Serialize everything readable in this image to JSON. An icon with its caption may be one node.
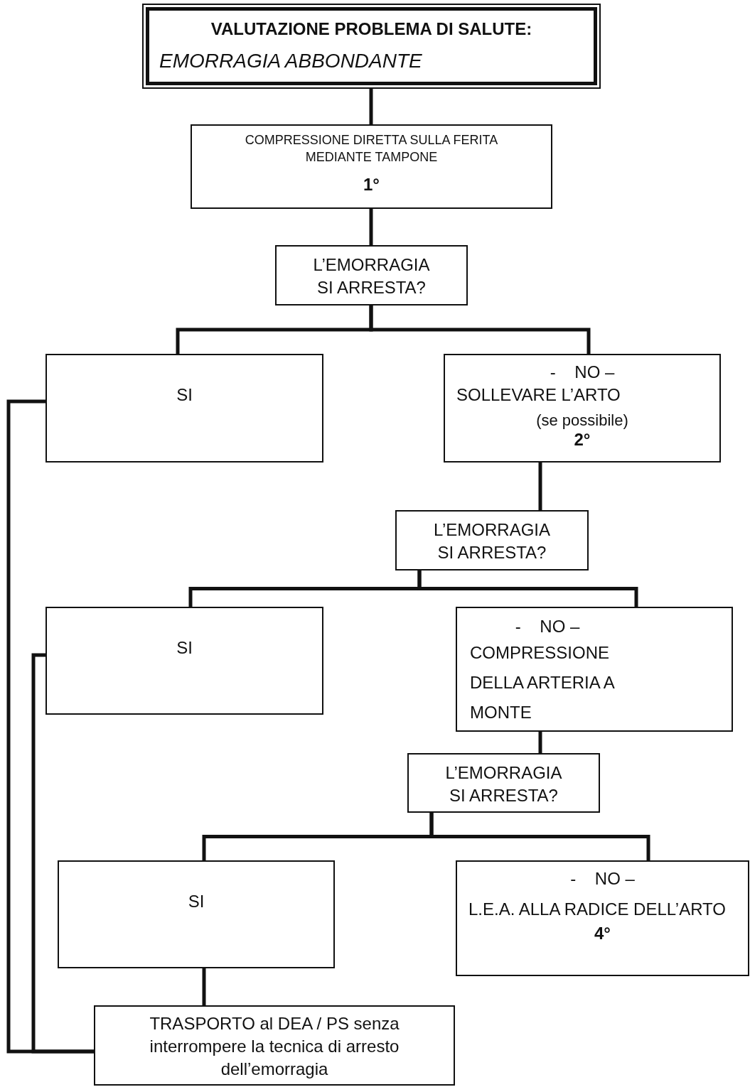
{
  "diagram": {
    "nodes": [
      {
        "text": [
          "VALUTAZIONE PROBLEMA DI SALUTE:",
          "EMORRAGIA ABBONDANTE"
        ]
      },
      {
        "text": [
          "COMPRESSIONE DIRETTA SULLA FERITA MEDIANTE TAMPONE",
          "1°"
        ]
      },
      {
        "text": [
          "L’EMORRAGIA SI ARRESTA?"
        ]
      },
      {
        "text": [
          "SI"
        ]
      },
      {
        "text": [
          "-    NO –",
          "SOLLEVARE L’ARTO",
          "(se possibile)",
          "2°"
        ]
      },
      {
        "text": [
          "L’EMORRAGIA SI ARRESTA?"
        ]
      },
      {
        "text": [
          "SI"
        ]
      },
      {
        "text": [
          "-    NO –",
          "COMPRESSIONE DELLA ARTERIA A MONTE"
        ]
      },
      {
        "text": [
          "L’EMORRAGIA SI ARRESTA?"
        ]
      },
      {
        "text": [
          "SI"
        ]
      },
      {
        "text": [
          "-    NO –",
          "L.E.A. ALLA RADICE DELL’ARTO",
          "4°"
        ]
      },
      {
        "text": [
          "TRASPORTO al DEA / PS senza interrompere la tecnica di arresto dell’emorragia"
        ]
      }
    ],
    "edges": [
      {
        "from": 0,
        "to": 1,
        "arrow": "none"
      },
      {
        "from": 1,
        "to": 2,
        "arrow": "none"
      },
      {
        "from": 2,
        "to": 3,
        "arrow": "none"
      },
      {
        "from": 2,
        "to": 4,
        "arrow": "none"
      },
      {
        "from": 4,
        "to": 5,
        "arrow": "none"
      },
      {
        "from": 5,
        "to": 6,
        "arrow": "none"
      },
      {
        "from": 5,
        "to": 7,
        "arrow": "none"
      },
      {
        "from": 7,
        "to": 8,
        "arrow": "none"
      },
      {
        "from": 8,
        "to": 9,
        "arrow": "none"
      },
      {
        "from": 8,
        "to": 10,
        "arrow": "none"
      },
      {
        "from": 9,
        "to": 11,
        "arrow": "none"
      },
      {
        "from": 3,
        "to": 11,
        "arrow": "none"
      },
      {
        "from": 6,
        "to": 11,
        "arrow": "none"
      }
    ]
  }
}
